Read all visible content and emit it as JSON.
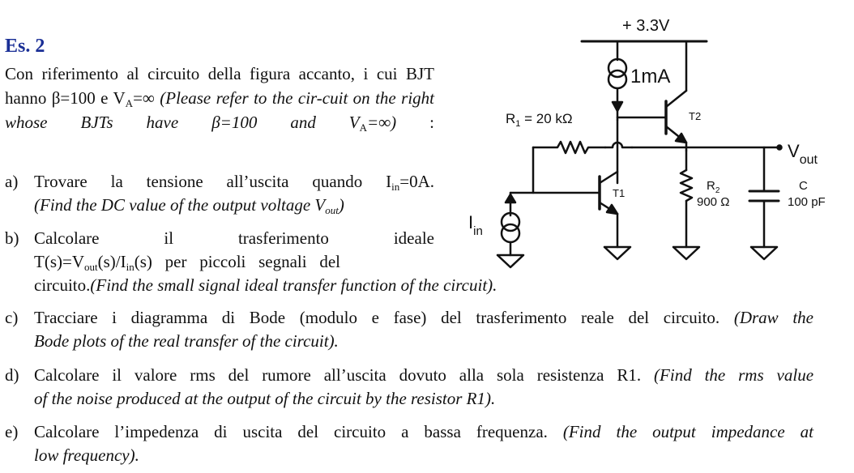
{
  "exercise": {
    "title": "Es. 2",
    "intro_it": "Con riferimento al circuito della figura accanto, i cui BJT hanno β=100 e V",
    "intro_sub_A": "A",
    "intro_inf": "=∞ ",
    "intro_en_1": "(Please refer to the cir-cuit on the right whose BJTs have β=100 and V",
    "intro_en_2": "=∞)",
    "intro_colon": " :"
  },
  "questions": {
    "a": {
      "label": "a)",
      "it_1": "Trovare la tensione all’uscita quando I",
      "it_sub": "in",
      "it_2": "=0A.",
      "en_1": "(Find the DC value of the output voltage V",
      "en_sub": "out",
      "en_2": ")"
    },
    "b": {
      "label": "b)",
      "w1": "Calcolare",
      "w2": "il",
      "w3": "trasferimento",
      "w4": "ideale",
      "line2_1": "T(s)=V",
      "line2_sub1": "out",
      "line2_2": "(s)/I",
      "line2_sub2": "in",
      "line2_3": "(s)   per   piccoli   segnali   del",
      "line3_it": "circuito.",
      "line3_en": "(Find the small signal ideal transfer function of the circuit)."
    },
    "c": {
      "label": "c)",
      "it": "Tracciare i diagramma di Bode (modulo e fase) del trasferimento reale del circuito. ",
      "en_1": "(Draw the",
      "en_2": "Bode plots of the real transfer of the circuit)."
    },
    "d": {
      "label": "d)",
      "it": "Calcolare il valore rms del rumore all’uscita dovuto alla sola resistenza R1. ",
      "en_1": "(Find the rms value",
      "en_2": "of the noise produced at the output of the circuit by the resistor R1)."
    },
    "e": {
      "label": "e)",
      "it": "Calcolare l’impedenza di uscita del circuito a bassa frequenza. ",
      "en_1": "(Find the output impedance at",
      "en_2": "low frequency)."
    }
  },
  "circuit": {
    "supply": "+ 3.3V",
    "current_source": "1mA",
    "r1": "R",
    "r1_sub": "1",
    "r1_val": " = 20 kΩ",
    "t1": "T1",
    "t2": "T2",
    "r2": "R",
    "r2_sub": "2",
    "r2_val": "900 Ω",
    "c": "C",
    "c_val": "100 pF",
    "vout": "V",
    "vout_sub": "out",
    "iin": "I",
    "iin_sub": "in"
  }
}
